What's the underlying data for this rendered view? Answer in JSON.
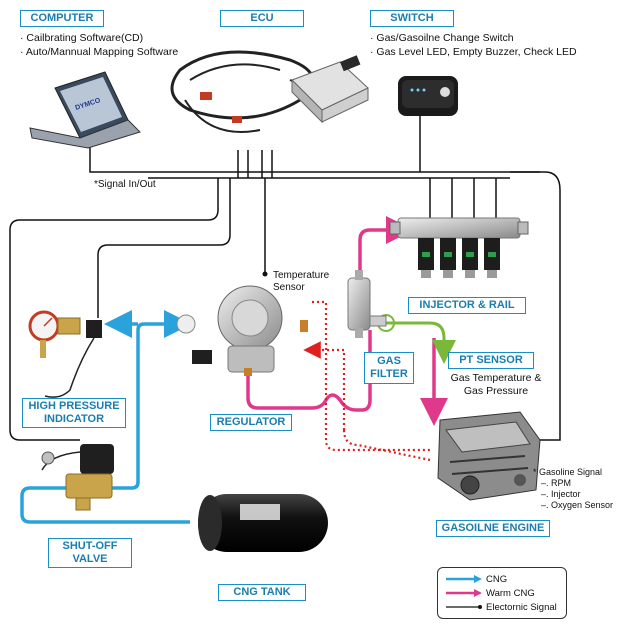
{
  "boxes": {
    "computer": "COMPUTER",
    "ecu": "ECU",
    "switch": "SWITCH",
    "injector_rail": "INJECTOR & RAIL",
    "pt_sensor": "PT SENSOR",
    "gas_filter_line1": "GAS",
    "gas_filter_line2": "FILTER",
    "high_pressure_line1": "HIGH PRESSURE",
    "high_pressure_line2": "INDICATOR",
    "regulator": "REGULATOR",
    "gasoline_engine": "GASOILNE ENGINE",
    "shutoff_line1": "SHUT-OFF",
    "shutoff_line2": "VALVE",
    "cng_tank": "CNG TANK"
  },
  "computer_items": [
    "Cailbrating Software(CD)",
    "Auto/Mannual Mapping Software"
  ],
  "switch_items": [
    "Gas/Gasoilne Change Switch",
    "Gas Level LED, Empty Buzzer, Check LED"
  ],
  "signal_note": "*Signal In/Out",
  "temperature_sensor": [
    "Temperature",
    "Sensor"
  ],
  "pt_sensor_desc": [
    "Gas Temperature &",
    "Gas Pressure"
  ],
  "engine_signals": {
    "title": "* Gasoline Signal",
    "items": [
      "–. RPM",
      "–. Injector",
      "–. Oxygen Sensor"
    ]
  },
  "laptop_brand": "DYMCO",
  "legend": [
    {
      "label": "CNG",
      "color": "#2aa3dd"
    },
    {
      "label": "Warm CNG",
      "color": "#e0388a"
    },
    {
      "label": "Electornic Signal",
      "color": "#111111"
    }
  ],
  "colors": {
    "cng": "#2aa3dd",
    "warm_cng": "#e0388a",
    "signal": "#111111",
    "dotted": "#e02020",
    "green": "#7ab83a",
    "box_border": "#1a8fc4"
  }
}
